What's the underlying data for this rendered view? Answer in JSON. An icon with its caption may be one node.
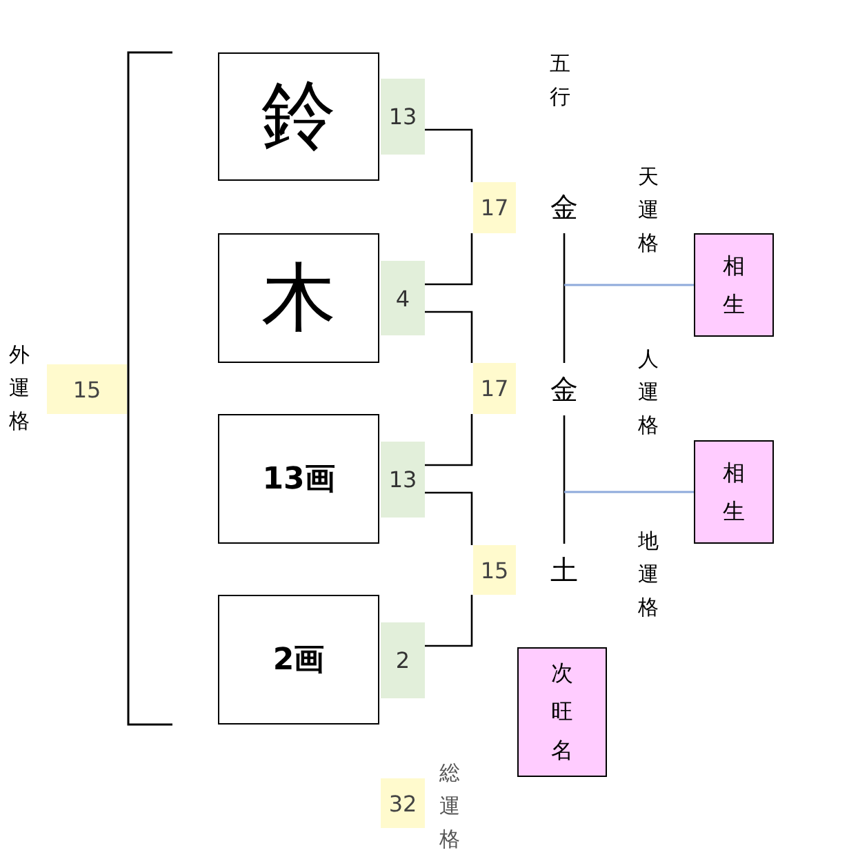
{
  "diagram": {
    "nodes": [
      {
        "text": [
          "鈴"
        ]
      },
      {
        "text": [
          "木"
        ]
      },
      {
        "text": [
          "13画"
        ]
      },
      {
        "text": [
          "2画"
        ]
      },
      {
        "text": [
          "13"
        ]
      },
      {
        "text": [
          "4"
        ]
      },
      {
        "text": [
          "13"
        ]
      },
      {
        "text": [
          "2"
        ]
      },
      {
        "text": [
          "17"
        ]
      },
      {
        "text": [
          "17"
        ]
      },
      {
        "text": [
          "15"
        ]
      },
      {
        "text": [
          "15"
        ],
        "beside": [
          "外運格"
        ]
      },
      {
        "text": [
          "32"
        ],
        "beside": [
          "総運格"
        ]
      },
      {
        "text": [
          "金"
        ]
      },
      {
        "text": [
          "金"
        ]
      },
      {
        "text": [
          "土"
        ]
      },
      {
        "text": [
          "相生"
        ]
      },
      {
        "text": [
          "相生"
        ]
      },
      {
        "text": [
          "次旺名"
        ]
      }
    ],
    "edges": [
      {
        "from": 4,
        "to": 8,
        "arrow": "none"
      },
      {
        "from": 5,
        "to": 8,
        "arrow": "none"
      },
      {
        "from": 5,
        "to": 9,
        "arrow": "none"
      },
      {
        "from": 6,
        "to": 9,
        "arrow": "none"
      },
      {
        "from": 6,
        "to": 10,
        "arrow": "none"
      },
      {
        "from": 7,
        "to": 10,
        "arrow": "none"
      },
      {
        "from": 13,
        "to": 14,
        "arrow": "none"
      },
      {
        "from": 14,
        "to": 15,
        "arrow": "none"
      },
      {
        "from": null,
        "to": 16,
        "arrow": "none",
        "color": "#8eaadb"
      },
      {
        "from": null,
        "to": 17,
        "arrow": "none",
        "color": "#8eaadb"
      }
    ],
    "labels": [
      "五行",
      "天運格",
      "人運格",
      "地運格"
    ]
  }
}
